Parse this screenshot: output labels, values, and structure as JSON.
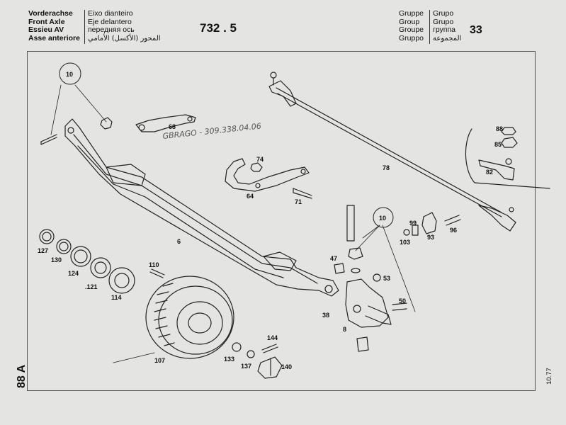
{
  "header": {
    "title_de": "Vorderachse",
    "title_en": "Front Axle",
    "title_fr": "Essieu AV",
    "title_it": "Asse anteriore",
    "title_pt": "Eixo dianteiro",
    "title_es": "Eje delantero",
    "title_ru": "передняя ось",
    "title_ar": "المحور (الأكسل) الأمامي",
    "section_code": "732 . 5",
    "group_de": "Gruppe",
    "group_en": "Group",
    "group_fr": "Groupe",
    "group_it": "Gruppo",
    "group_pt": "Grupo",
    "group_es": "Grupo",
    "group_ru": "группа",
    "group_ar": "المجموعة",
    "group_number": "33"
  },
  "page_number": "88 A",
  "date_code": "10.77",
  "handwritten_note": "GBRAGO - 309.338.04.06",
  "part_labels": {
    "p10a": "10",
    "p10b": "10",
    "p68": "68",
    "p74": "74",
    "p64": "64",
    "p71": "71",
    "p78": "78",
    "p88": "88",
    "p85": "85",
    "p82": "82",
    "p6": "6",
    "p127": "127",
    "p130": "130",
    "p124": "124",
    "p121": ".121",
    "p114": "114",
    "p110": "110",
    "p47": "47",
    "p53": "53",
    "p99": "99",
    "p103": "103",
    "p93": "93",
    "p96": "96",
    "p50": "50",
    "p38": "38",
    "p8": "8",
    "p144": "144",
    "p133": "133",
    "p137": "137",
    "p140": "140",
    "p107": "107"
  }
}
